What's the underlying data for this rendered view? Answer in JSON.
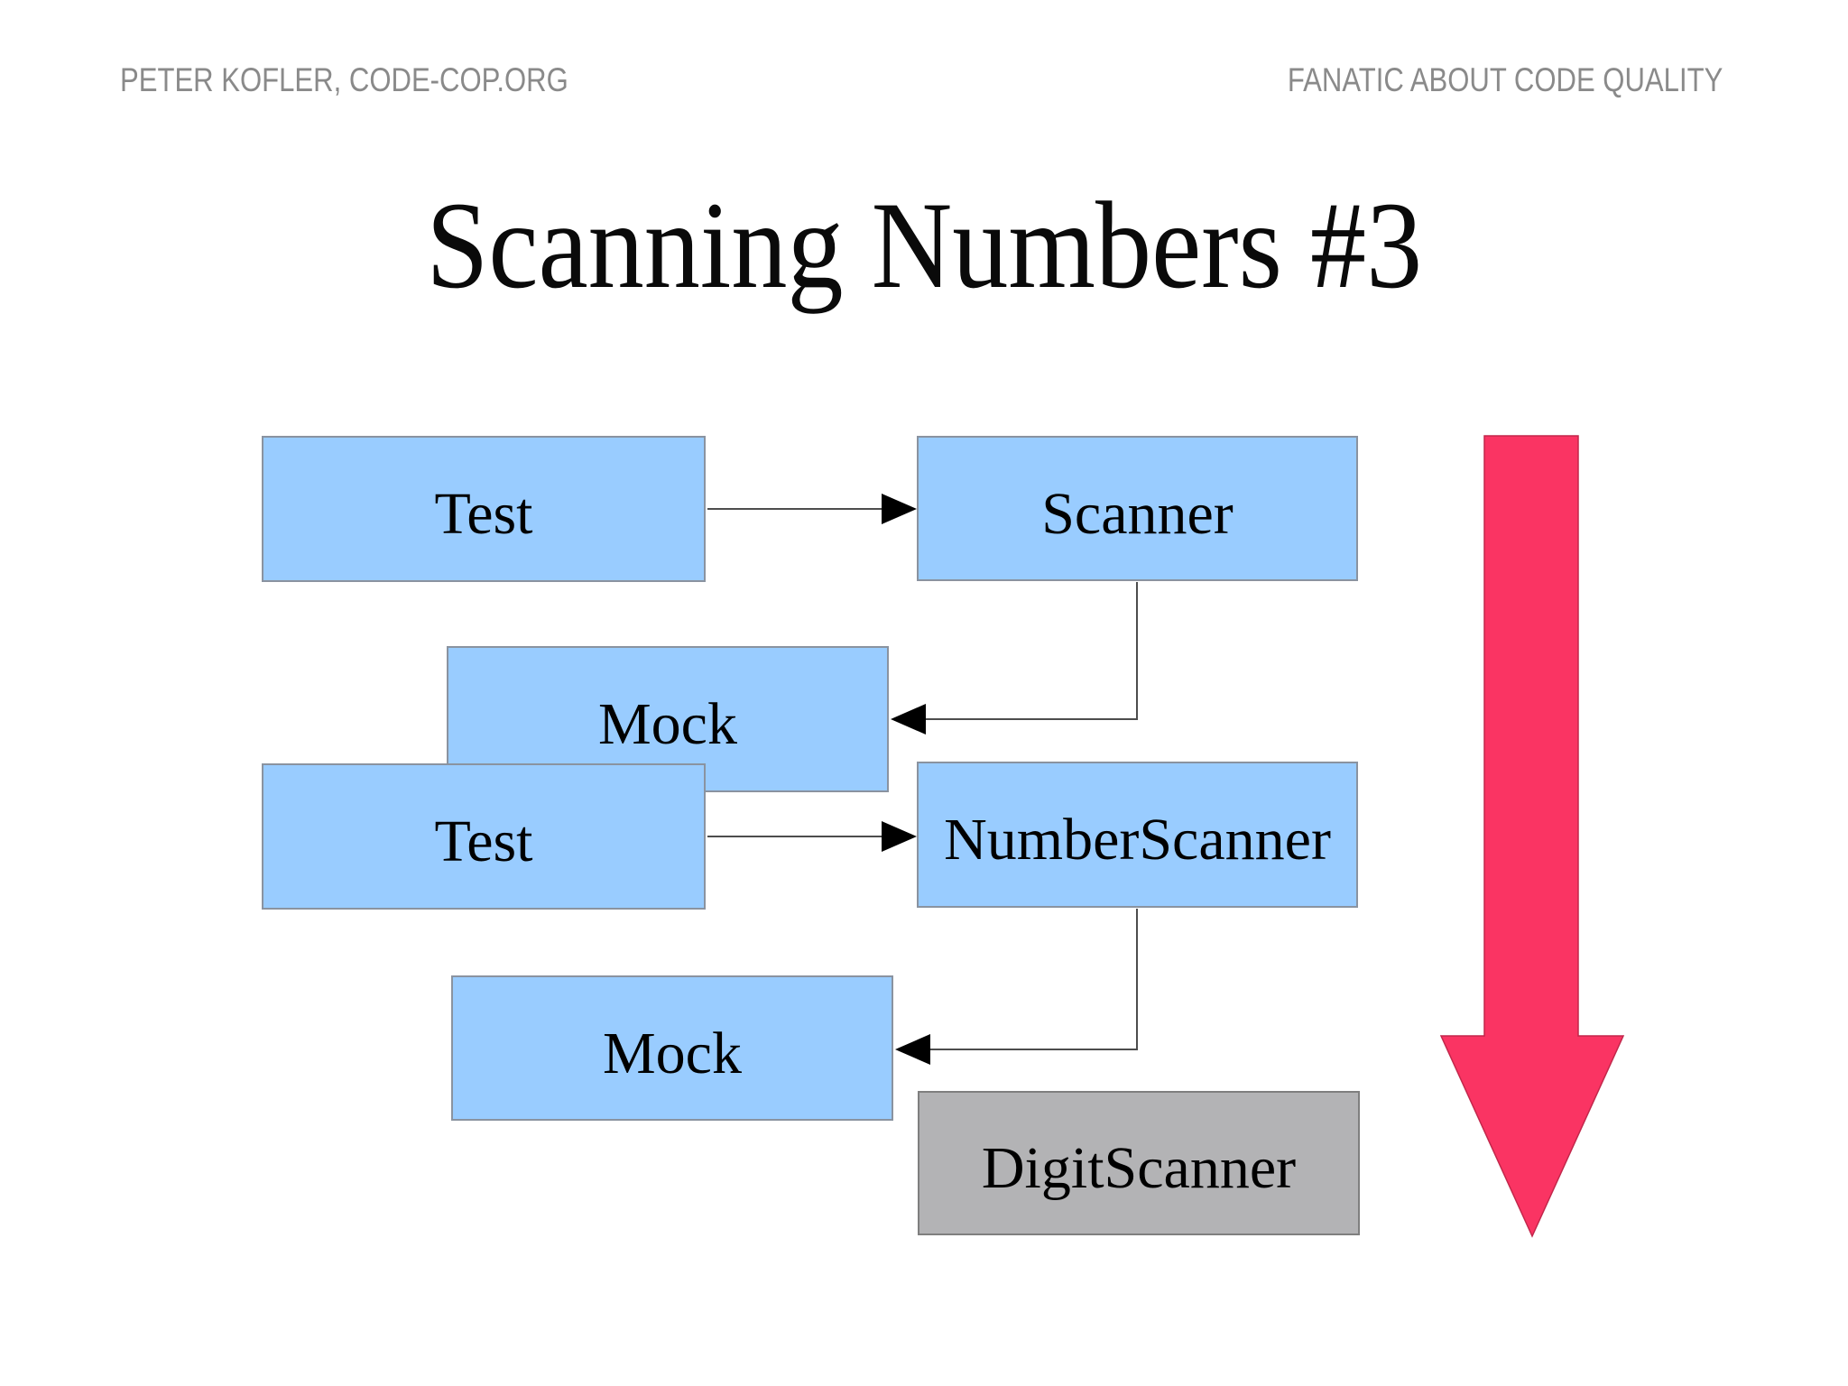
{
  "header": {
    "left": "PETER KOFLER, CODE-COP.ORG",
    "right": "FANATIC ABOUT CODE QUALITY"
  },
  "title": "Scanning Numbers #3",
  "diagram": {
    "nodes": [
      {
        "id": "test-1",
        "label": "Test",
        "type": "blue"
      },
      {
        "id": "scanner",
        "label": "Scanner",
        "type": "blue"
      },
      {
        "id": "mock-1",
        "label": "Mock",
        "type": "blue"
      },
      {
        "id": "test-2",
        "label": "Test",
        "type": "blue"
      },
      {
        "id": "number-scanner",
        "label": "NumberScanner",
        "type": "blue"
      },
      {
        "id": "mock-2",
        "label": "Mock",
        "type": "blue"
      },
      {
        "id": "digit-scanner",
        "label": "DigitScanner",
        "type": "gray"
      }
    ],
    "edges": [
      {
        "from": "Test",
        "to": "Scanner"
      },
      {
        "from": "Scanner",
        "to": "Mock"
      },
      {
        "from": "Test",
        "to": "NumberScanner"
      },
      {
        "from": "NumberScanner",
        "to": "Mock"
      }
    ],
    "colors": {
      "node_blue": "#99ccff",
      "node_gray": "#b3b3b5",
      "connector": "#4d4d4d",
      "arrowhead": "#000000",
      "flow_arrow_pink": "#fa3463",
      "header_text": "#8a8a8a",
      "title_text": "#0a0a0a"
    }
  }
}
